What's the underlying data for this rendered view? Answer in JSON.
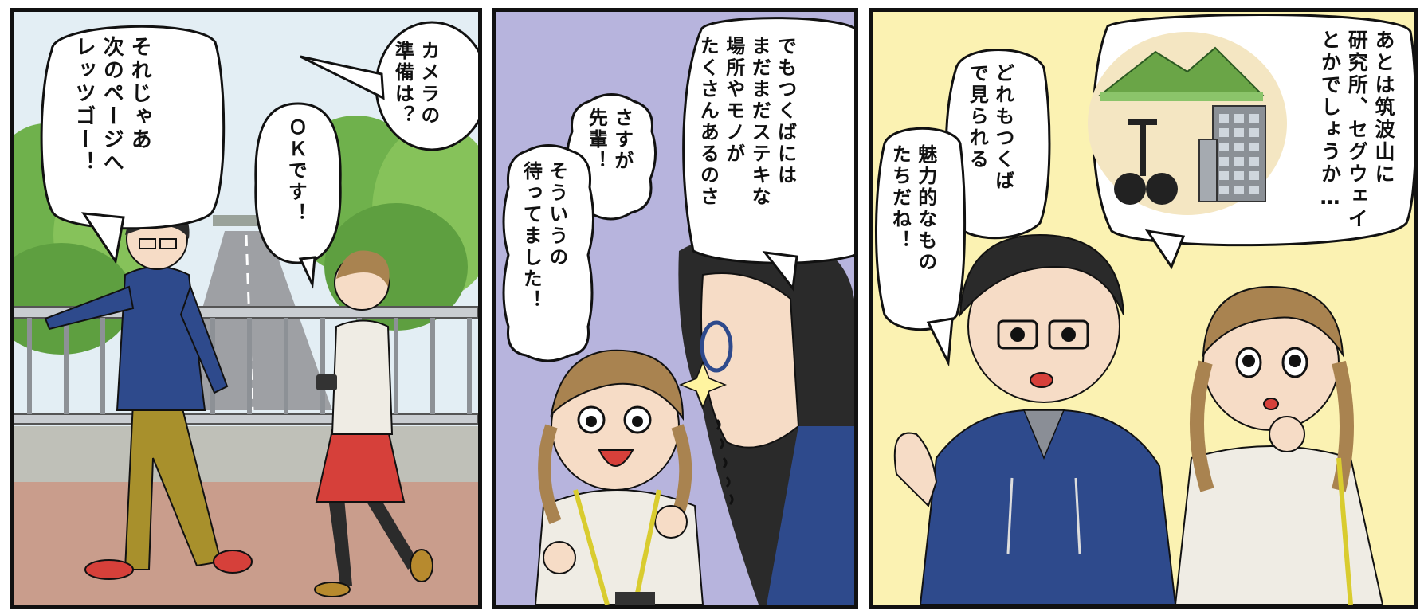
{
  "panel1": {
    "bubbles": {
      "camera": "カメラの\n準備は？",
      "ok": "ＯＫです！",
      "sorejaa": "それじゃあ\n次のページへ\nレッツゴー！"
    }
  },
  "panel2": {
    "bubbles": {
      "demo": "でもつくばには\nまだまだステキな\n場所やモノが\nたくさんあるのさ",
      "sasuga": "さすが\n先輩！",
      "souiu": "そういうの\n待ってました！"
    }
  },
  "panel3": {
    "bubbles": {
      "ato": "あとは筑波山に\n研究所、セグウェイ\nとかでしょうか…",
      "doremo": "どれもつくば\nで見られる",
      "miryoku": "魅力的なもの\nたちだね！"
    }
  },
  "colors": {
    "sky": "#e3eef4",
    "panel2_bg": "#b7b4dd",
    "panel3_bg": "#fbf2b2",
    "hoodie": "#2e4a8c",
    "trees": "#6fb14c",
    "skirt": "#d6403a",
    "ink": "#111111"
  }
}
